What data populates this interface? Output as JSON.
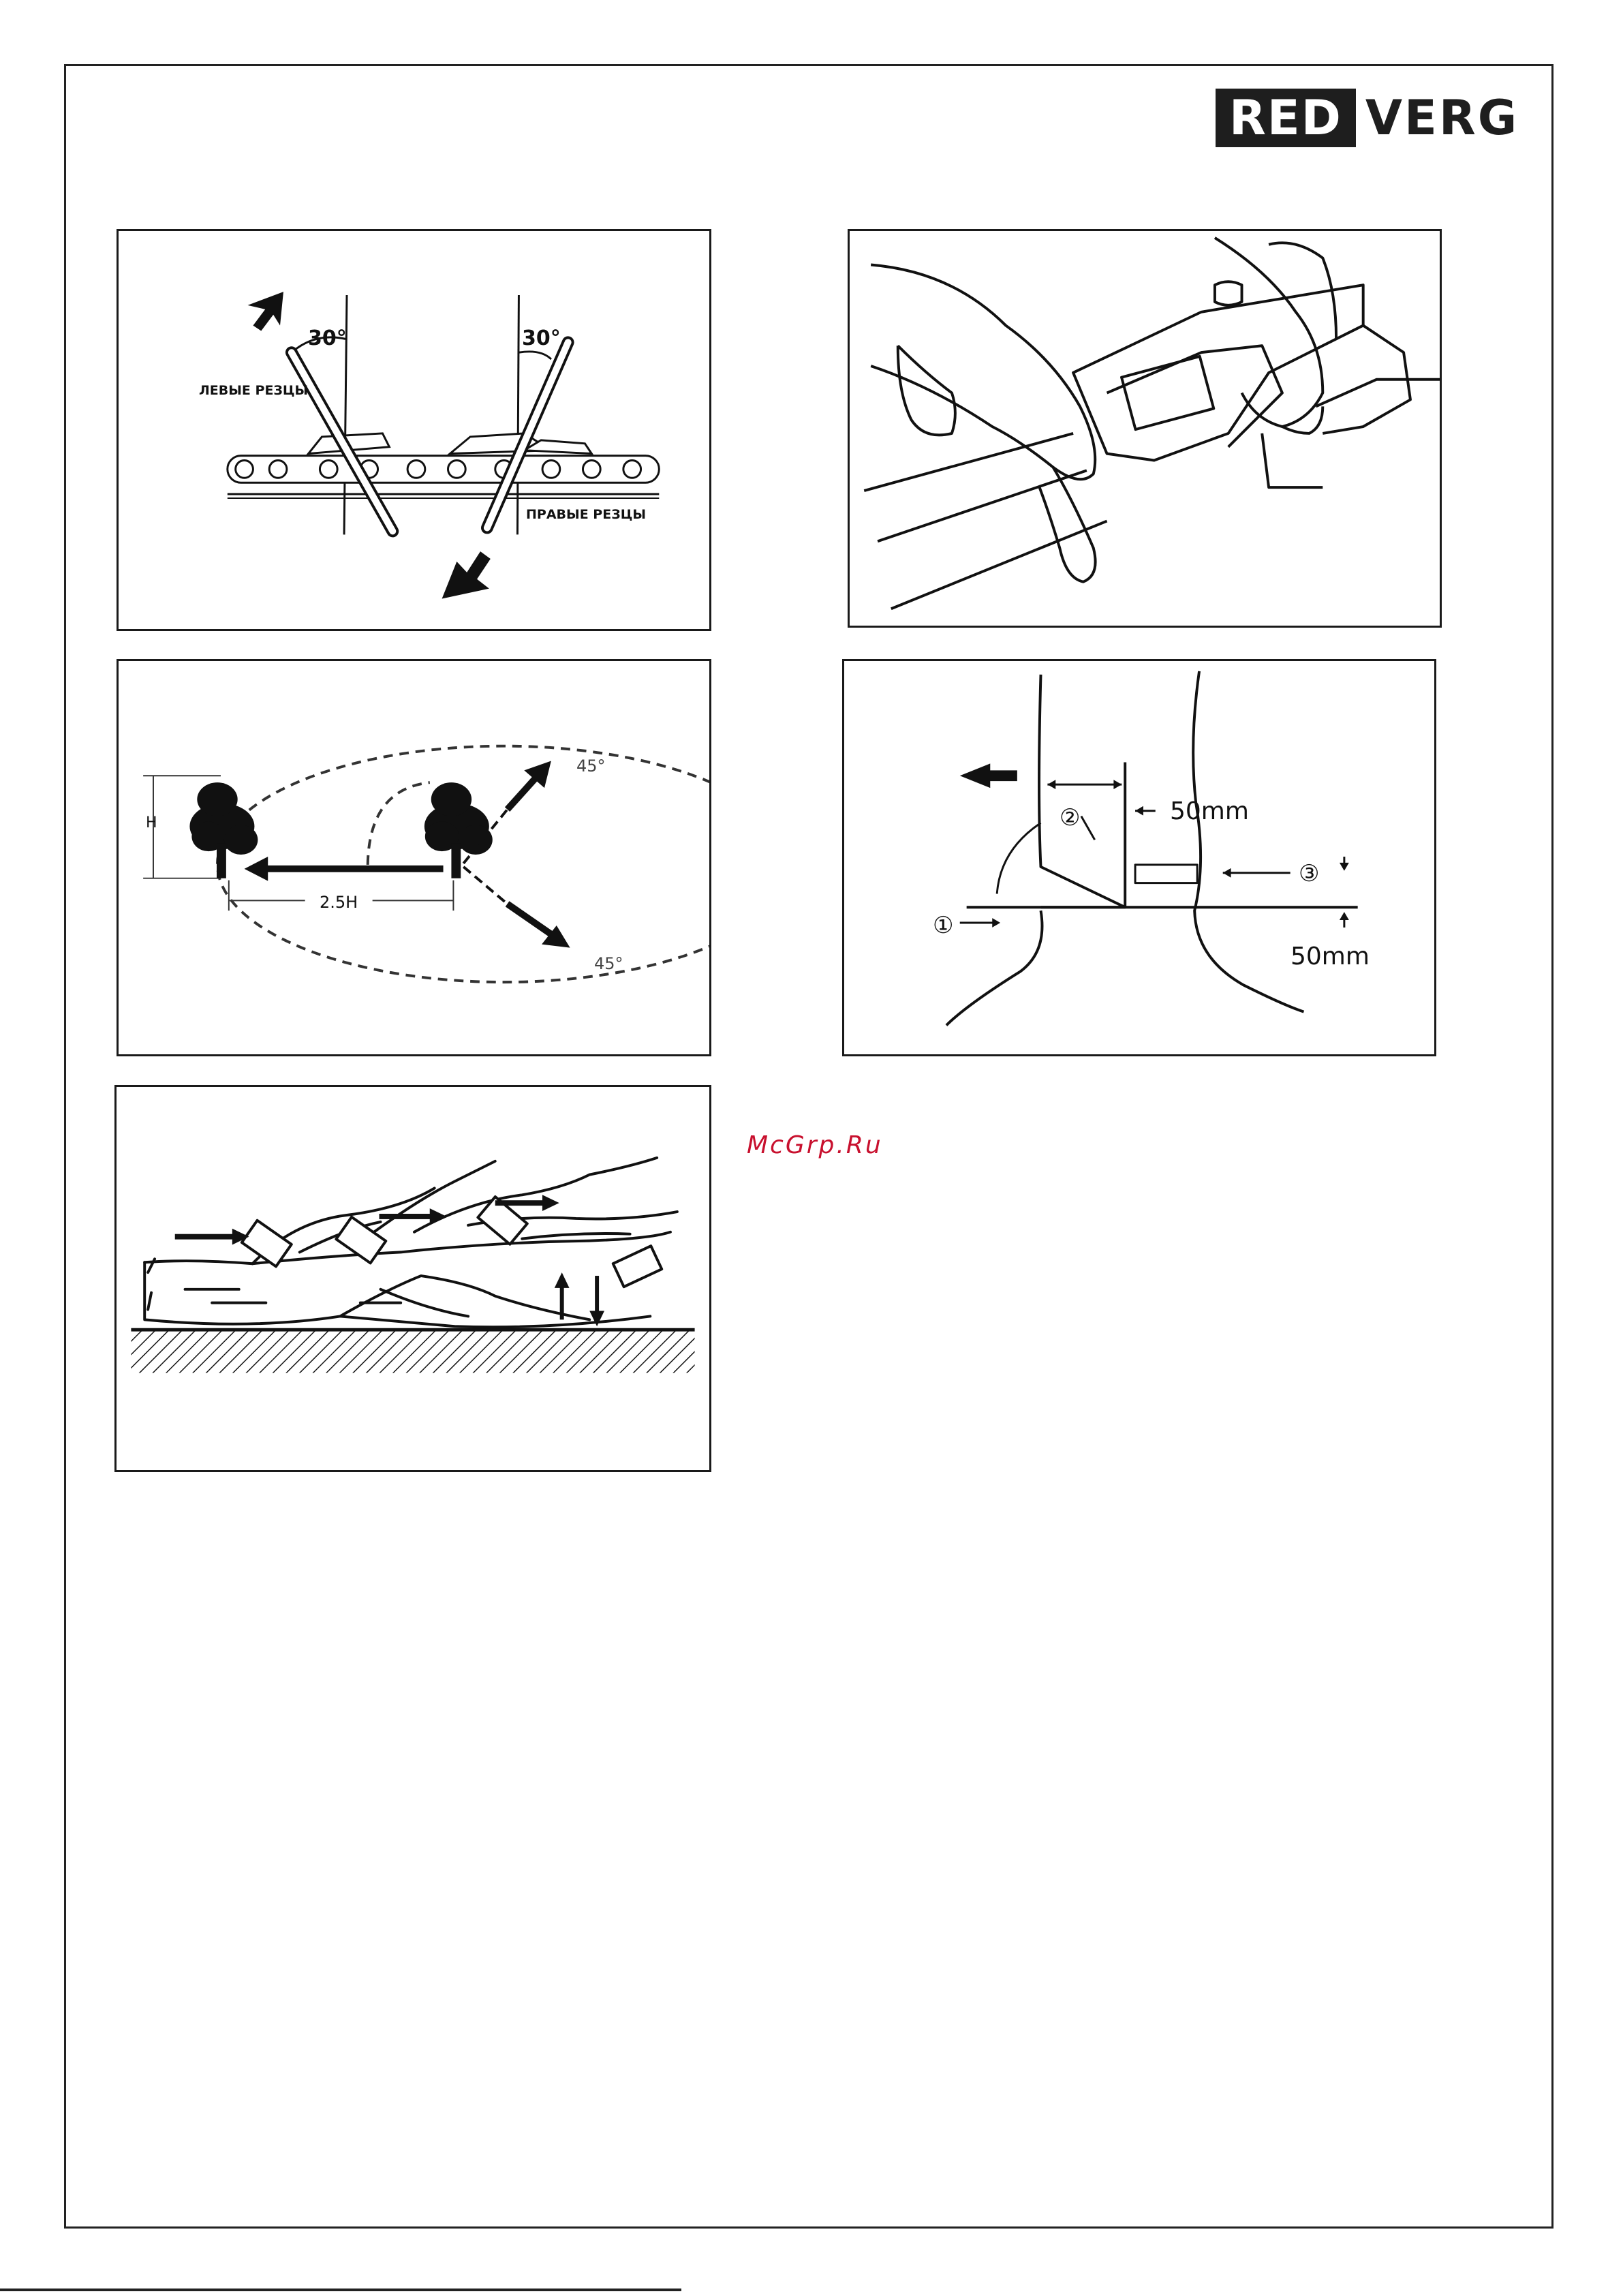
{
  "brand": {
    "part1": "RED",
    "part2": "VERG"
  },
  "figure1": {
    "angle_left": "30°",
    "angle_right": "30°",
    "label_left_cutters": "ЛЕВЫЕ РЕЗЦЫ",
    "label_right_cutters": "ПРАВЫЕ РЕЗЦЫ"
  },
  "figure3": {
    "height_label": "H",
    "distance_label": "2.5H",
    "angle_top": "45°",
    "angle_bottom": "45°"
  },
  "figure4": {
    "marker_1": "①",
    "marker_2": "②",
    "marker_3": "③",
    "dim_top": "50mm",
    "dim_bottom": "50mm"
  },
  "watermark": "McGrp.Ru"
}
